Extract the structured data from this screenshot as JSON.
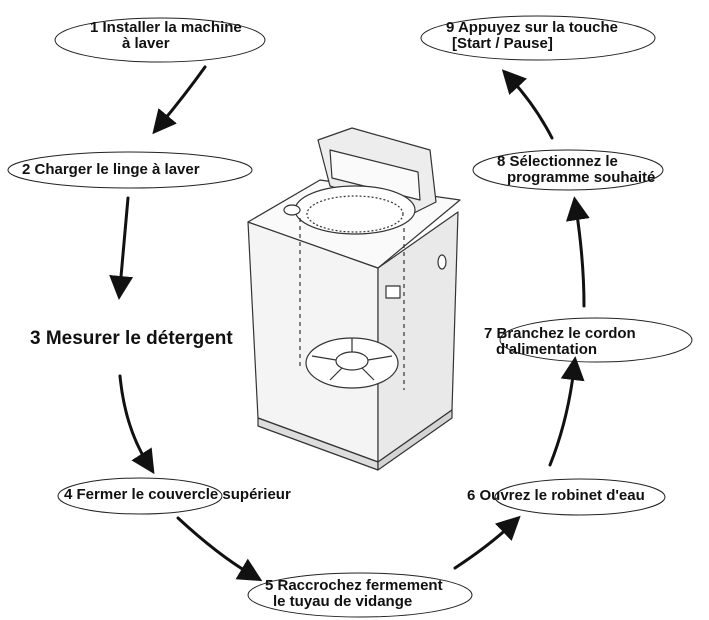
{
  "steps": [
    {
      "id": 1,
      "lines": [
        "1 Installer la machine",
        "à laver"
      ]
    },
    {
      "id": 2,
      "lines": [
        "2 Charger le linge à laver"
      ]
    },
    {
      "id": 3,
      "lines": [
        "3 Mesurer le détergent"
      ]
    },
    {
      "id": 4,
      "lines": [
        "4 Fermer le couvercle supérieur"
      ]
    },
    {
      "id": 5,
      "lines": [
        "5 Raccrochez fermement",
        "le tuyau de vidange"
      ]
    },
    {
      "id": 6,
      "lines": [
        "6 Ouvrez le robinet d'eau"
      ]
    },
    {
      "id": 7,
      "lines": [
        "7 Branchez le cordon",
        "d'alimentation"
      ]
    },
    {
      "id": 8,
      "lines": [
        "8 Sélectionnez le",
        "programme souhaité"
      ]
    },
    {
      "id": 9,
      "lines": [
        "9 Appuyez sur la touche",
        "[Start / Pause]"
      ]
    }
  ],
  "colors": {
    "ink": "#111111",
    "outline": "#333333",
    "body_fill": "#f4f4f4"
  }
}
